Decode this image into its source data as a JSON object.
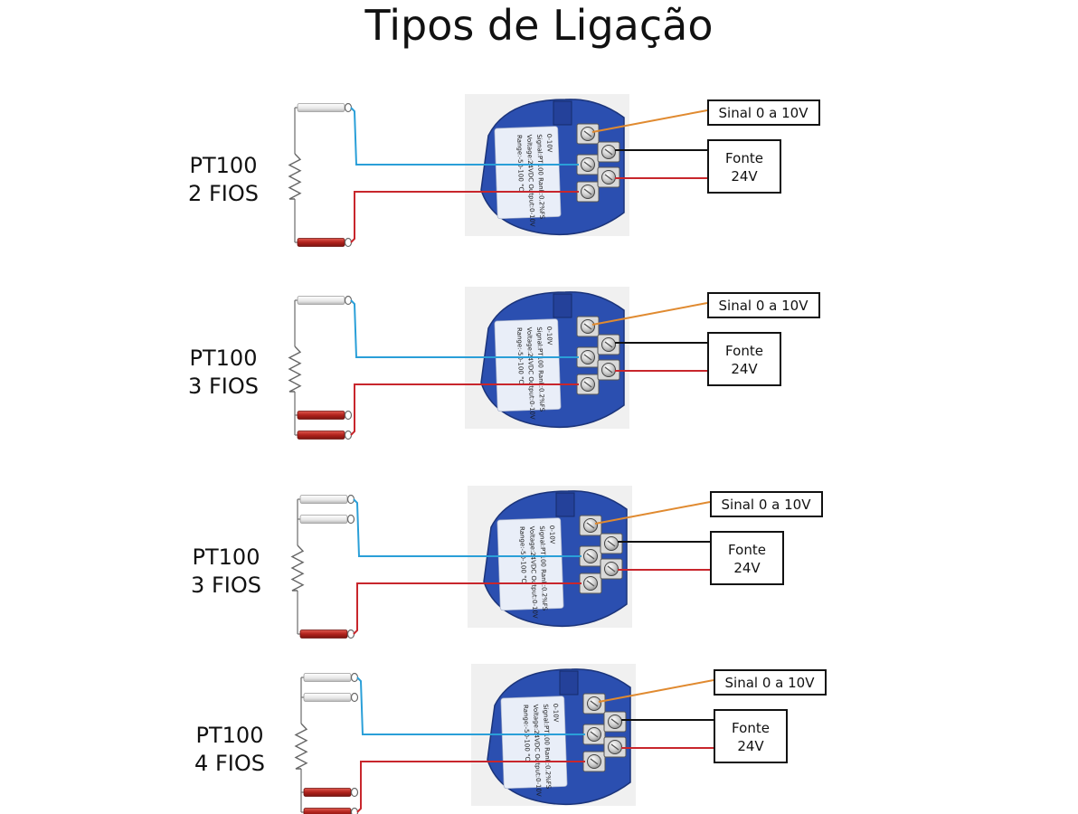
{
  "title": "Tipos de Ligação",
  "rows": [
    {
      "line1": "PT100",
      "line2": "2 FIOS",
      "white_leads": 1,
      "red_leads": 1,
      "signal": "Sinal 0 a 10V",
      "supply1": "Fonte",
      "supply2": "24V"
    },
    {
      "line1": "PT100",
      "line2": "3 FIOS",
      "white_leads": 1,
      "red_leads": 2,
      "signal": "Sinal 0 a 10V",
      "supply1": "Fonte",
      "supply2": "24V"
    },
    {
      "line1": "PT100",
      "line2": "3 FIOS",
      "white_leads": 2,
      "red_leads": 1,
      "signal": "Sinal 0 a 10V",
      "supply1": "Fonte",
      "supply2": "24V"
    },
    {
      "line1": "PT100",
      "line2": "4 FIOS",
      "white_leads": 2,
      "red_leads": 2,
      "signal": "Sinal 0 a 10V",
      "supply1": "Fonte",
      "supply2": "24V"
    }
  ],
  "device_text": {
    "line1": "0-10V",
    "line2": "Signal:PT100 Rank:0.2%FS",
    "line3": "Voltage:24VDC Output:0-10V",
    "line4": "Range:-50-100 °C"
  },
  "colors": {
    "device_blue": "#2b4fb0",
    "wire_blue": "#2a9fd8",
    "wire_red": "#c8262c",
    "wire_orange": "#e08a30",
    "wire_black": "#111111"
  }
}
